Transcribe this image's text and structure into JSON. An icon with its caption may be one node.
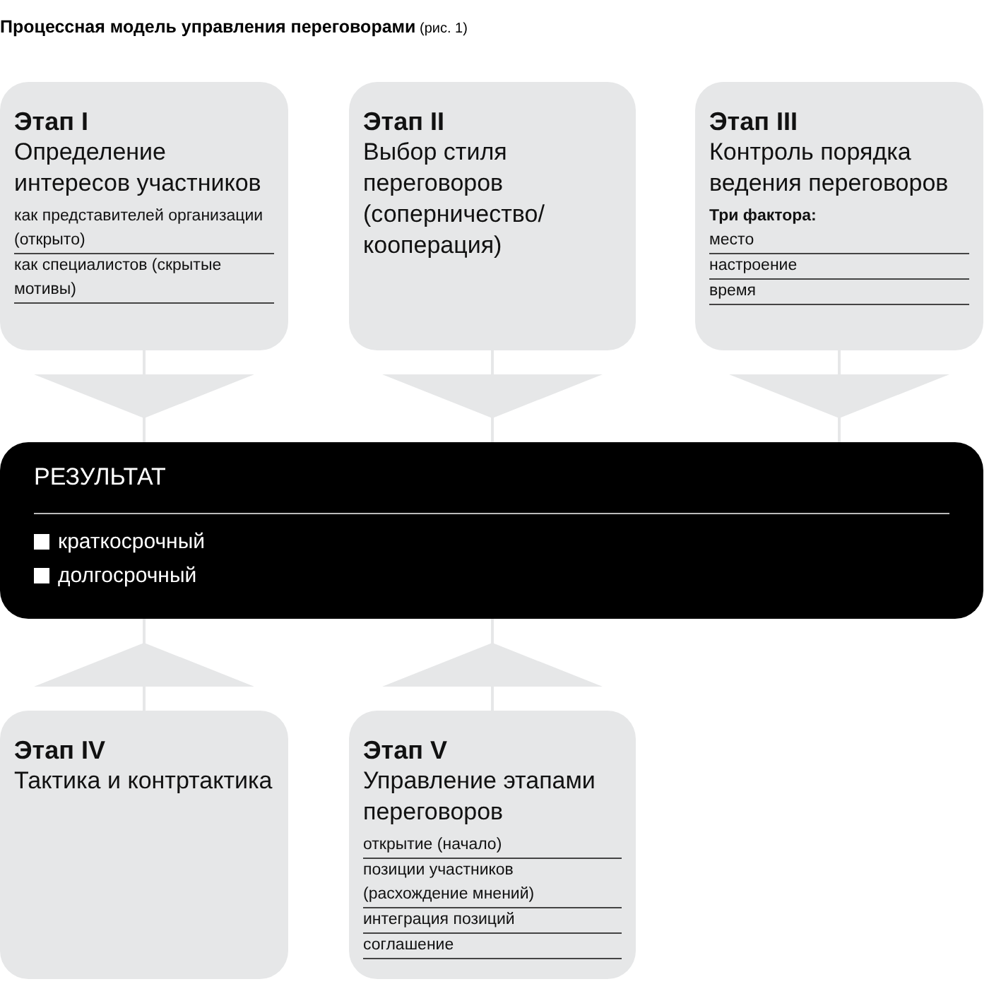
{
  "diagram": {
    "title": "**Процессная модель управления переговорами** (рис. 1)",
    "nodes": [
      {
        "text": [
          "Этап I",
          "Определение интересов участников",
          "как представителей организации (открыто)",
          "как специалистов (скрытые мотивы)"
        ]
      },
      {
        "text": [
          "Этап II",
          "Выбор стиля переговоров (соперничество/ кооперация)"
        ]
      },
      {
        "text": [
          "Этап III",
          "Контроль порядка ведения переговоров",
          "Три фактора:",
          "место",
          "настроение",
          "время"
        ]
      },
      {
        "text": [
          "РЕЗУЛЬТАТ",
          "краткосрочный",
          "долгосрочный"
        ]
      },
      {
        "text": [
          "Этап IV",
          "Тактика и контртактика"
        ]
      },
      {
        "text": [
          "Этап V",
          "Управление этапами переговоров",
          "открытие (начало)",
          "позиции участников (расхождение мнений)",
          "интеграция позиций",
          "соглашение"
        ]
      }
    ],
    "edges": [
      {
        "from": 0,
        "to": 3,
        "arrow": "to"
      },
      {
        "from": 1,
        "to": 3,
        "arrow": "to"
      },
      {
        "from": 2,
        "to": 3,
        "arrow": "to"
      },
      {
        "from": 4,
        "to": 3,
        "arrow": "to"
      },
      {
        "from": 5,
        "to": 3,
        "arrow": "to"
      }
    ]
  }
}
